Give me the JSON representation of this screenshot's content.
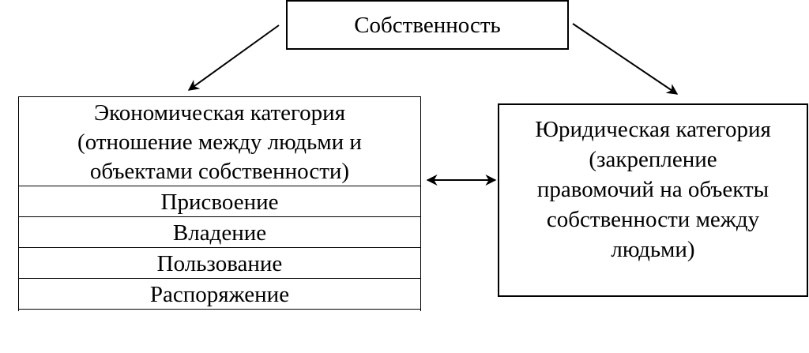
{
  "root": {
    "label": "Собственность"
  },
  "economic": {
    "title_lines": [
      "Экономическая категория",
      "(отношение между людьми и",
      "объектами собственности)"
    ],
    "rows": [
      "Присвоение",
      "Владение",
      "Пользование",
      "Распоряжение"
    ]
  },
  "legal": {
    "lines": [
      "Юридическая категория",
      "(закрепление",
      "правомочий на объекты",
      "собственности между",
      "людьми)"
    ]
  }
}
